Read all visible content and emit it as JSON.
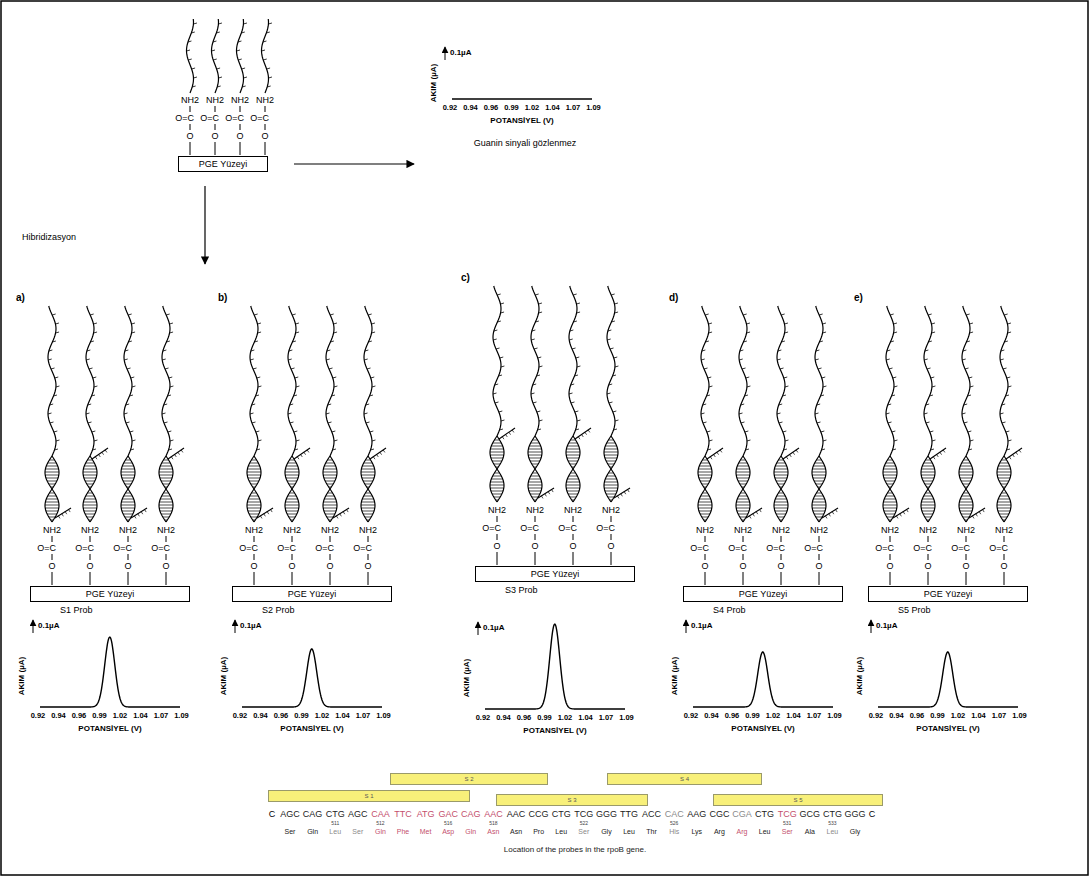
{
  "diagram": {
    "caption": "Location of the probes in the rpoB gene.",
    "nodes": [
      {
        "text": [
          "PGE Yüzeyi"
        ]
      },
      {
        "text": [
          "PGE Yüzeyi"
        ]
      },
      {
        "text": [
          "PGE Yüzeyi"
        ]
      },
      {
        "text": [
          "PGE Yüzeyi"
        ]
      },
      {
        "text": [
          "PGE Yüzeyi"
        ]
      },
      {
        "text": [
          "PGE Yüzeyi"
        ]
      },
      {
        "text": [
          "S 2"
        ]
      },
      {
        "text": [
          "S 4"
        ]
      },
      {
        "text": [
          "S 1"
        ]
      },
      {
        "text": [
          "S 3"
        ]
      },
      {
        "text": [
          "S 5"
        ]
      }
    ],
    "labels": [
      "NH2",
      "O=C",
      "O",
      "NH2",
      "O=C",
      "O",
      "NH2",
      "O=C",
      "O",
      "NH2",
      "O=C",
      "O",
      "AKIM (µA)",
      "0.1µA",
      "0.92",
      "0.94",
      "0.96",
      "0.99",
      "1.02",
      "1.04",
      "1.07",
      "1.09",
      "POTANSİYEL (V)",
      "Guanin sinyali gözlenmez",
      "Hibridizasyon",
      "a)",
      "NH2",
      "O=C",
      "O",
      "NH2",
      "O=C",
      "O",
      "NH2",
      "O=C",
      "O",
      "NH2",
      "O=C",
      "O",
      "S1 Prob",
      "AKIM (µA)",
      "0.1µA",
      "0.92",
      "0.94",
      "0.96",
      "0.99",
      "1.02",
      "1.04",
      "1.07",
      "1.09",
      "POTANSİYEL (V)",
      "b)",
      "NH2",
      "O=C",
      "O",
      "NH2",
      "O=C",
      "O",
      "NH2",
      "O=C",
      "O",
      "NH2",
      "O=C",
      "O",
      "S2 Prob",
      "AKIM (µA)",
      "0.1µA",
      "0.92",
      "0.94",
      "0.96",
      "0.99",
      "1.02",
      "1.04",
      "1.07",
      "1.09",
      "POTANSİYEL (V)",
      "c)",
      "NH2",
      "O=C",
      "O",
      "NH2",
      "O=C",
      "O",
      "NH2",
      "O=C",
      "O",
      "NH2",
      "O=C",
      "O",
      "S3 Prob",
      "AKIM (µA)",
      "0.1µA",
      "0.92",
      "0.94",
      "0.96",
      "0.99",
      "1.02",
      "1.04",
      "1.07",
      "1.09",
      "POTANSİYEL (V)",
      "d)",
      "NH2",
      "O=C",
      "O",
      "NH2",
      "O=C",
      "O",
      "NH2",
      "O=C",
      "O",
      "NH2",
      "O=C",
      "O",
      "S4 Prob",
      "AKIM (µA)",
      "0.1µA",
      "0.92",
      "0.94",
      "0.96",
      "0.99",
      "1.02",
      "1.04",
      "1.07",
      "1.09",
      "POTANSİYEL (V)",
      "e)",
      "NH2",
      "O=C",
      "O",
      "NH2",
      "O=C",
      "O",
      "NH2",
      "O=C",
      "O",
      "NH2",
      "O=C",
      "O",
      "S5 Prob",
      "AKIM (µA)",
      "0.1µA",
      "0.92",
      "0.94",
      "0.96",
      "0.99",
      "1.02",
      "1.04",
      "1.07",
      "1.09",
      "POTANSİYEL (V)",
      "C",
      "AGC",
      "CAG",
      "CTG",
      "AGC",
      "CAA",
      "TTC",
      "ATG",
      "GAC",
      "CAG",
      "AAC",
      "AAC",
      "CCG",
      "CTG",
      "TCG",
      "GGG",
      "TTG",
      "ACC",
      "CAC",
      "AAG",
      "CGC",
      "CGA",
      "CTG",
      "TCG",
      "GCG",
      "CTG",
      "GGG",
      "C",
      "511",
      "512",
      "516",
      "518",
      "522",
      "526",
      "531",
      "533",
      "Ser",
      "Gln",
      "Leu",
      "Ser",
      "Gln",
      "Phe",
      "Met",
      "Asp",
      "Gln",
      "Asn",
      "Asn",
      "Pro",
      "Leu",
      "Ser",
      "Gly",
      "Leu",
      "Thr",
      "His",
      "Lys",
      "Arg",
      "Arg",
      "Leu",
      "Ser",
      "Ala",
      "Leu",
      "Gly"
    ]
  }
}
